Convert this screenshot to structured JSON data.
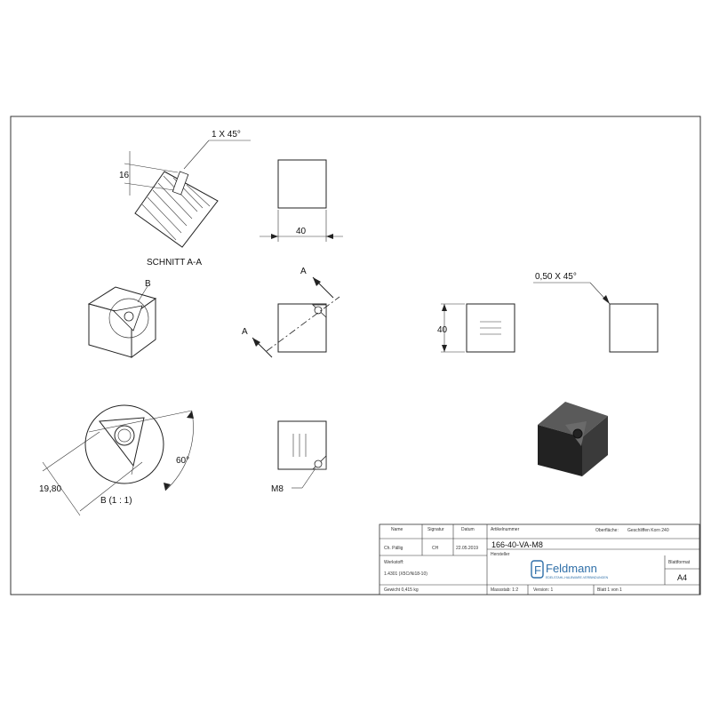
{
  "views": {
    "section_label": "SCHNITT A-A",
    "detail_label": "B (1 : 1)",
    "detail_callout": "B",
    "section_marker_top": "A",
    "section_marker_left": "A"
  },
  "dimensions": {
    "chamfer_large": "1 X 45°",
    "depth": "16",
    "width_front": "40",
    "height_side": "40",
    "chamfer_small": "0,50 X 45°",
    "angle": "60°",
    "diameter": "19,80",
    "thread": "M8"
  },
  "title_block": {
    "hdr_name": "Name",
    "hdr_signature": "Signatur",
    "hdr_date": "Datum",
    "hdr_article": "Artikelnummer",
    "surface_label": "Oberfläche:",
    "surface_value": "Geschliffen Korn 240",
    "name_value": "Ch. Pällig",
    "signature_value": "CH",
    "date_value": "22.05.2019",
    "article_value": "166-40-VA-M8",
    "manufacturer_label": "Hersteller",
    "logo_text": "Feldmann",
    "logo_tagline": "EDELSTAHL-HALBWARE-VERBINDUNGEN",
    "sheet_format_label": "Blattformat",
    "sheet_format_value": "A4",
    "material_label": "Werkstoff:",
    "material_value": "1.4301 (X5CrNi18-10)",
    "weight_value": "Gewicht 0,415 kg",
    "scale_value": "Massstab: 1:2",
    "version_value": "Version: 1",
    "sheet_value": "Blatt 1 von 1"
  },
  "colors": {
    "line": "#222222",
    "cube_top": "#5a5a5a",
    "cube_left": "#222222",
    "cube_right": "#3a3a3a",
    "logo_blue": "#2f6fa8"
  }
}
